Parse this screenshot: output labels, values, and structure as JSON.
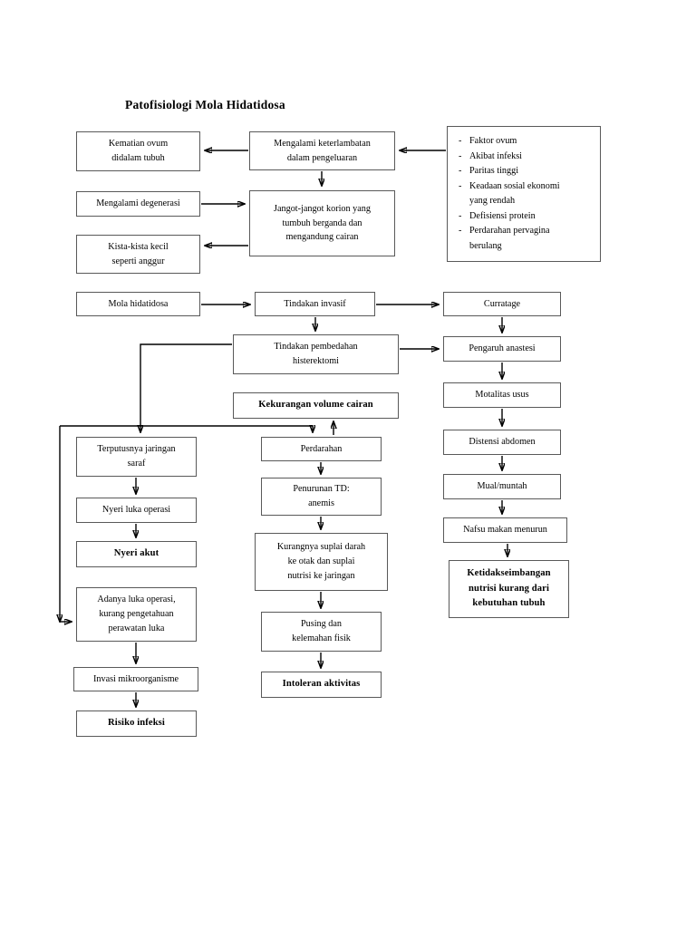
{
  "document": {
    "title": "Patofisiologi Mola Hidatidosa",
    "type": "flowchart",
    "language": "id"
  },
  "nodes": {
    "kematian_ovum": "Kematian ovum\ndidalam tubuh",
    "mengalami_keterlambatan": "Mengalami keterlambatan\ndalam pengeluaran",
    "mengalami_degenerasi": "Mengalami degenerasi",
    "jangot_jangot": "Jangot-jangot korion yang\ntumbuh berganda dan\nmengandung cairan",
    "kista_kista": "Kista-kista kecil\nseperti anggur",
    "mola_hidatidosa": "Mola hidatidosa",
    "tindakan_invasif": "Tindakan invasif",
    "curratage": "Curratage",
    "tindakan_pembedahan": "Tindakan pembedahan\nhisterektomi",
    "pengaruh_anastesi": "Pengaruh anastesi",
    "kekurangan_volume": "Kekurangan volume cairan",
    "motalitas_usus": "Motalitas usus",
    "terputusnya_jaringan": "Terputusnya jaringan\nsaraf",
    "perdarahan": "Perdarahan",
    "distensi_abdomen": "Distensi abdomen",
    "nyeri_luka_operasi": "Nyeri luka operasi",
    "penurunan_td": "Penurunan TD:\nanemis",
    "mual_muntah": "Mual/muntah",
    "nyeri_akut": "Nyeri akut",
    "nafsu_makan": "Nafsu makan menurun",
    "kurangnya_suplai": "Kurangnya suplai darah\nke otak dan suplai\nnutrisi ke jaringan",
    "adanya_luka": "Adanya luka operasi,\nkurang pengetahuan\nperawatan luka",
    "ketidakseimbangan": "Ketidakseimbangan\nnutrisi kurang dari\nkebutuhan tubuh",
    "pusing_kelemahan": "Pusing dan\nkelemahan fisik",
    "invasi_mikroorganisme": "Invasi mikroorganisme",
    "intoleran_aktivitas": "Intoleran aktivitas",
    "risiko_infeksi": "Risiko infeksi"
  },
  "etiology_box": {
    "items": [
      "Faktor ovum",
      "Akibat infeksi",
      "Paritas tinggi",
      "Keadaan sosial ekonomi\nyang rendah",
      "Defisiensi protein",
      "Perdarahan pervagina\nberulang"
    ],
    "bullet": "-"
  },
  "colors": {
    "background": "#ffffff",
    "border": "#595959",
    "text": "#000000",
    "arrow": "#000000"
  }
}
